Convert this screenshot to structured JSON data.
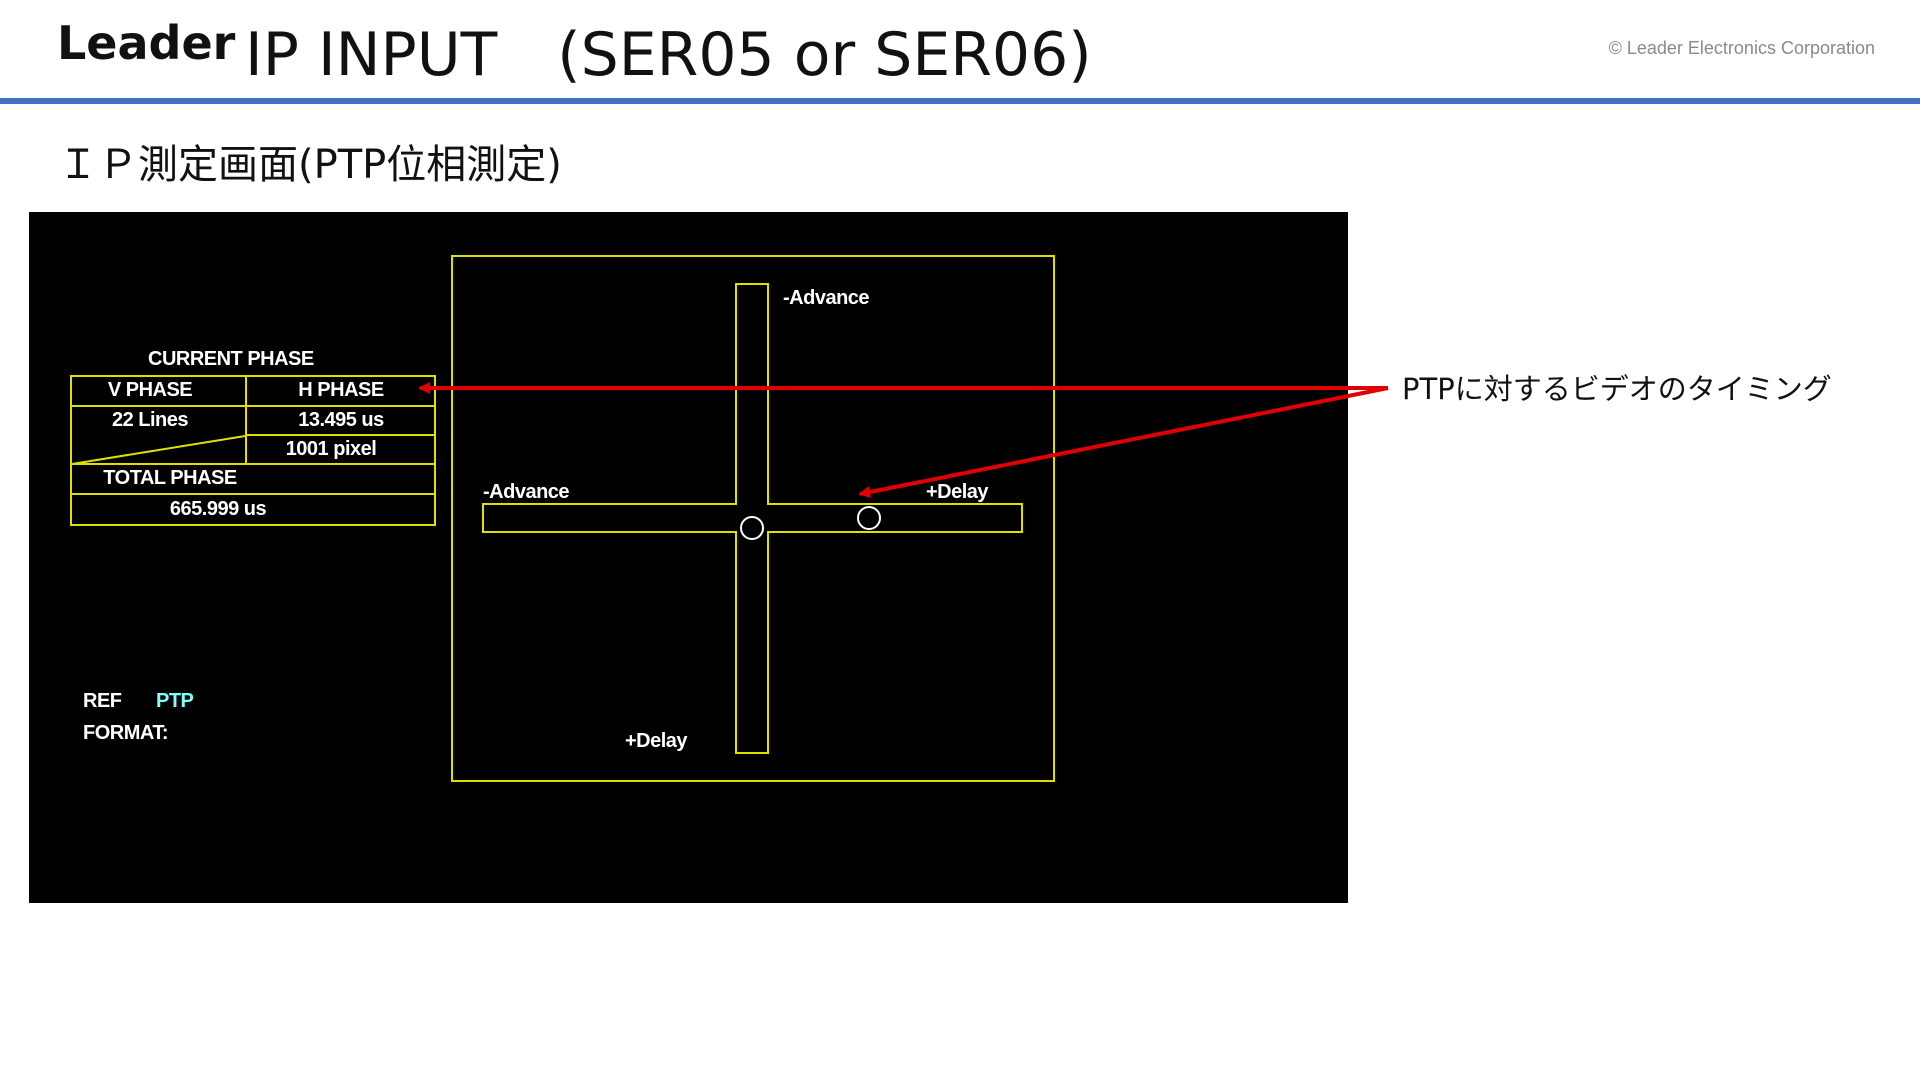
{
  "header": {
    "logo": "Leader",
    "title": "IP INPUT　(SER05 or SER06)",
    "copyright": "© Leader Electronics Corporation",
    "rule_color": "#4472c4"
  },
  "section_title": "ＩＰ測定画面(PTP位相測定)",
  "screen": {
    "current_phase": {
      "heading": "CURRENT PHASE",
      "v_phase_label": "V PHASE",
      "h_phase_label": "H PHASE",
      "v_phase_value": "22 Lines",
      "h_phase_time": "13.495 us",
      "h_phase_pixel": "1001 pixel",
      "total_phase_label": "TOTAL PHASE",
      "total_phase_value": "665.999 us"
    },
    "ref_label": "REF",
    "ref_value": "PTP",
    "format_label": "FORMAT:",
    "crosshair": {
      "top_label": "-Advance",
      "left_label": "-Advance",
      "right_label": "+Delay",
      "bottom_label": "+Delay"
    },
    "colors": {
      "background": "#000000",
      "outline": "#e0e000",
      "text": "#ffffff",
      "ref_value": "#80ffff"
    }
  },
  "annotation": {
    "text": "PTPに対するビデオのタイミング",
    "arrow_color": "#e00000"
  }
}
